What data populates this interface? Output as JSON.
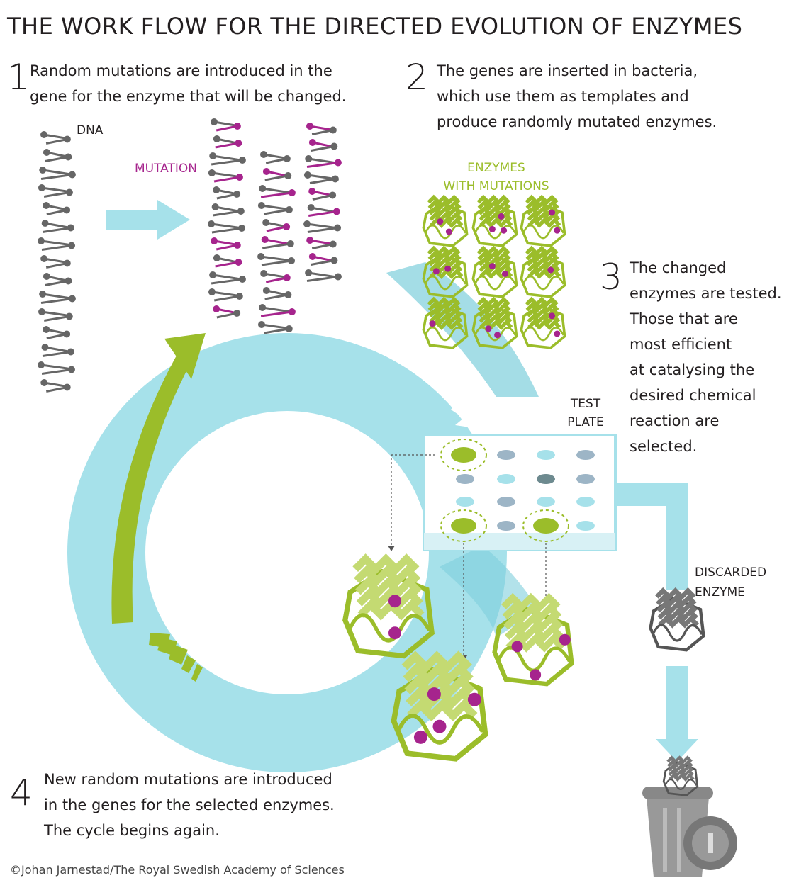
{
  "title": "THE WORK FLOW FOR THE DIRECTED EVOLUTION OF ENZYMES",
  "steps": [
    {
      "number": "1",
      "lines": [
        "Random mutations are introduced in the",
        "gene for the enzyme that will be changed."
      ]
    },
    {
      "number": "2",
      "lines": [
        "The genes are inserted in bacteria,",
        "which use them as templates and",
        "produce randomly mutated enzymes."
      ]
    },
    {
      "number": "3",
      "lines": [
        "The changed",
        "enzymes are tested.",
        "Those that are",
        "most efficient",
        "at catalysing the",
        "desired chemical",
        "reaction are",
        "selected."
      ]
    },
    {
      "number": "4",
      "lines": [
        "New random mutations are introduced",
        "in the genes for the selected enzymes.",
        "The cycle begins again."
      ]
    }
  ],
  "labels": {
    "dna": "DNA",
    "mutation": "MUTATION",
    "enzymes_with_mutations": [
      "ENZYMES",
      "WITH MUTATIONS"
    ],
    "test_plate": [
      "TEST",
      "PLATE"
    ],
    "discarded_enzyme": [
      "DISCARDED",
      "ENZYME"
    ]
  },
  "credit": "©Johan Jarnestad/The Royal Swedish Academy of Sciences",
  "colors": {
    "cycle": "#a6e1ea",
    "cycle_dark": "#7ecfdc",
    "green": "#9bbd2a",
    "light_green": "#c4da72",
    "magenta": "#a6248d",
    "dna_gray": "#666666",
    "discard_gray": "#777777"
  }
}
